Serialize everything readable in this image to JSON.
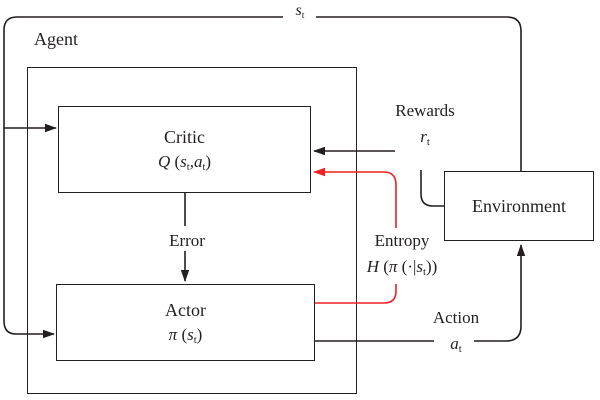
{
  "diagram_type": "actor-critic-reinforcement-learning-architecture",
  "colors": {
    "line": "#231f20",
    "accent_red": "#ed2024",
    "background": "#ffffff"
  },
  "nodes": {
    "agent": {
      "label": "Agent"
    },
    "critic": {
      "title": "Critic",
      "formula": {
        "fn": "Q",
        "open": " (",
        "arg1": "s",
        "arg1_sub": "t",
        "comma": ",",
        "arg2": "a",
        "arg2_sub": "t",
        "close": ")"
      }
    },
    "actor": {
      "title": "Actor",
      "formula": {
        "fn": "π",
        "open": " (",
        "arg": "s",
        "arg_sub": "t",
        "close": ")"
      }
    },
    "environment": {
      "label": "Environment"
    }
  },
  "edges": {
    "state": {
      "base": "s",
      "sub": "t"
    },
    "rewards": {
      "caption": "Rewards",
      "base": "r",
      "sub": "t"
    },
    "error": {
      "caption": "Error"
    },
    "entropy": {
      "caption": "Entropy",
      "formula": {
        "fn": "H",
        "open1": " (",
        "pi": "π",
        "open2": " (·|",
        "arg": "s",
        "arg_sub": "t",
        "close": "))"
      }
    },
    "action": {
      "caption": "Action",
      "base": "a",
      "sub": "t"
    }
  }
}
